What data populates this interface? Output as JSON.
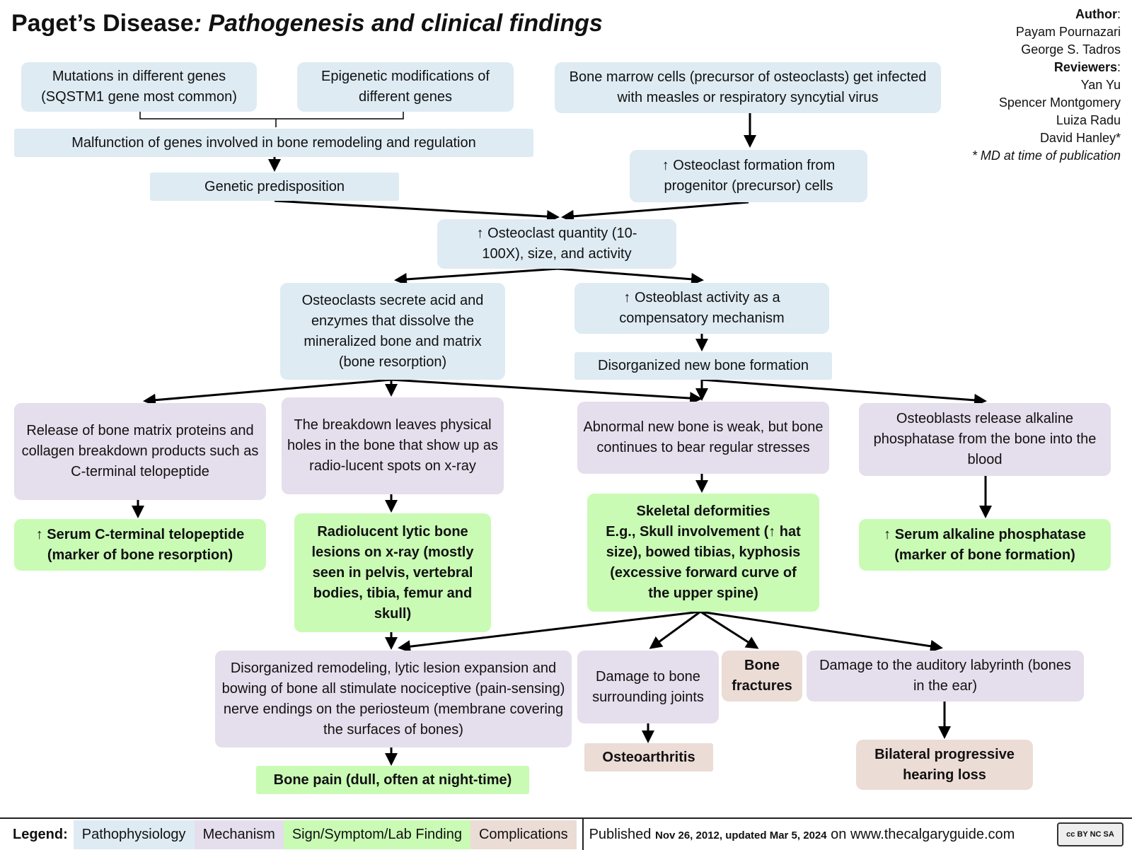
{
  "title": {
    "main": "Paget’s Disease",
    "sub": ": Pathogenesis and clinical findings"
  },
  "authors": {
    "author_label": "Author",
    "authors": [
      "Payam Pournazari",
      "George S. Tadros"
    ],
    "reviewer_label": "Reviewers",
    "reviewers": [
      "Yan Yu",
      "Spencer Montgomery",
      "Luiza Radu",
      "David Hanley*"
    ],
    "note": "* MD at time of publication"
  },
  "nodes": {
    "mutations": "Mutations in different genes (SQSTM1 gene most common)",
    "epigenetic": "Epigenetic modifications of different genes",
    "malfunction": "Malfunction of genes involved in bone remodeling and regulation",
    "genetic": "Genetic predisposition",
    "marrow": "Bone marrow cells (precursor of osteoclasts) get infected with measles or respiratory syncytial virus",
    "osteoclast_formation": "↑ Osteoclast formation from progenitor (precursor) cells",
    "osteoclast_quantity": "↑ Osteoclast quantity (10-100X), size, and activity",
    "secrete": "Osteoclasts secrete acid and enzymes that dissolve the mineralized bone and matrix (bone resorption)",
    "osteoblast_activity": "↑ Osteoblast activity as a compensatory mechanism",
    "disorganized_bone": "Disorganized new bone formation",
    "release_matrix": "Release of bone matrix proteins and collagen breakdown products such as C-terminal telopeptide",
    "breakdown_holes": "The breakdown leaves physical holes in the bone that show up as radio-lucent spots on x-ray",
    "abnormal_bone": "Abnormal new bone is weak, but bone continues to bear regular stresses",
    "alp_release": "Osteoblasts release alkaline phosphatase from the bone into the blood",
    "serum_ctx": "↑ Serum C-terminal telopeptide (marker of bone resorption)",
    "radiolucent": "Radiolucent lytic bone lesions on x-ray (mostly seen in pelvis, vertebral bodies, tibia, femur and skull)",
    "skeletal_title": "Skeletal deformities",
    "skeletal_body": "E.g., Skull involvement (↑ hat size), bowed tibias, kyphosis (excessive forward curve of the upper spine)",
    "serum_alp": "↑ Serum alkaline phosphatase (marker of bone formation)",
    "remodeling": "Disorganized remodeling, lytic lesion expansion and bowing of bone all stimulate nociceptive (pain-sensing) nerve endings on the periosteum (membrane covering the surfaces of bones)",
    "joints": "Damage to bone surrounding joints",
    "fractures": "Bone fractures",
    "auditory": "Damage to the auditory labyrinth (bones in the ear)",
    "bone_pain": "Bone pain (dull, often at night-time)",
    "osteoarthritis": "Osteoarthritis",
    "hearing_loss": "Bilateral progressive hearing loss"
  },
  "legend": {
    "label": "Legend:",
    "items": [
      "Pathophysiology",
      "Mechanism",
      "Sign/Symptom/Lab Finding",
      "Complications"
    ],
    "colors": {
      "pathophysiology": "#deebf3",
      "mechanism": "#e5deec",
      "sign": "#c9fbb5",
      "complication": "#ecdcd6"
    }
  },
  "footer": {
    "published_prefix": "Published ",
    "published_dates": "Nov 26, 2012, updated Mar 5, 2024",
    "published_suffix": " on www.thecalgaryguide.com",
    "license": "cc BY NC SA"
  }
}
